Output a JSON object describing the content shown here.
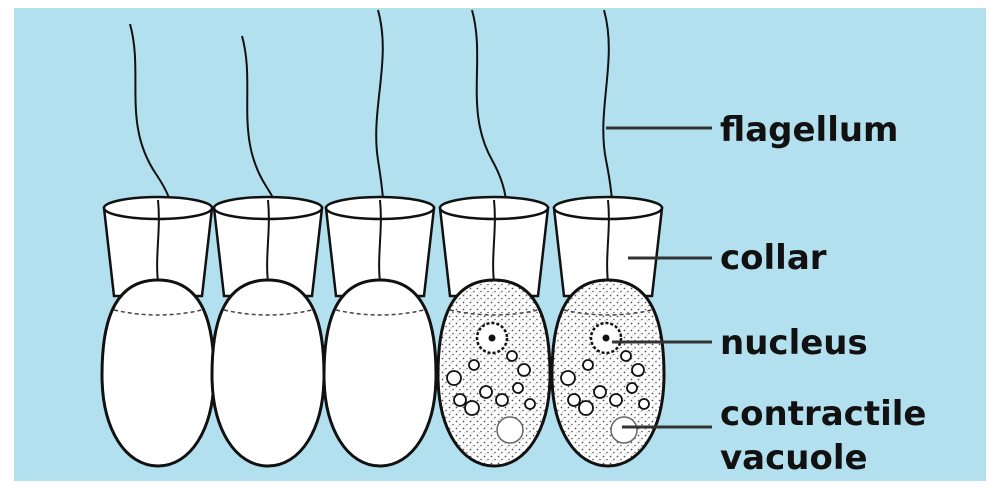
{
  "labels": {
    "flagellum": "flagellum",
    "collar": "collar",
    "nucleus": "nucleus",
    "contractile": "contractile",
    "vacuole": "vacuole"
  },
  "colors": {
    "background": "#b3e0ee",
    "outline": "#111111",
    "cell_fill": "#ffffff",
    "stipple": "#555555"
  },
  "cells": {
    "count": 5,
    "stippled": [
      false,
      false,
      false,
      true,
      true
    ]
  }
}
